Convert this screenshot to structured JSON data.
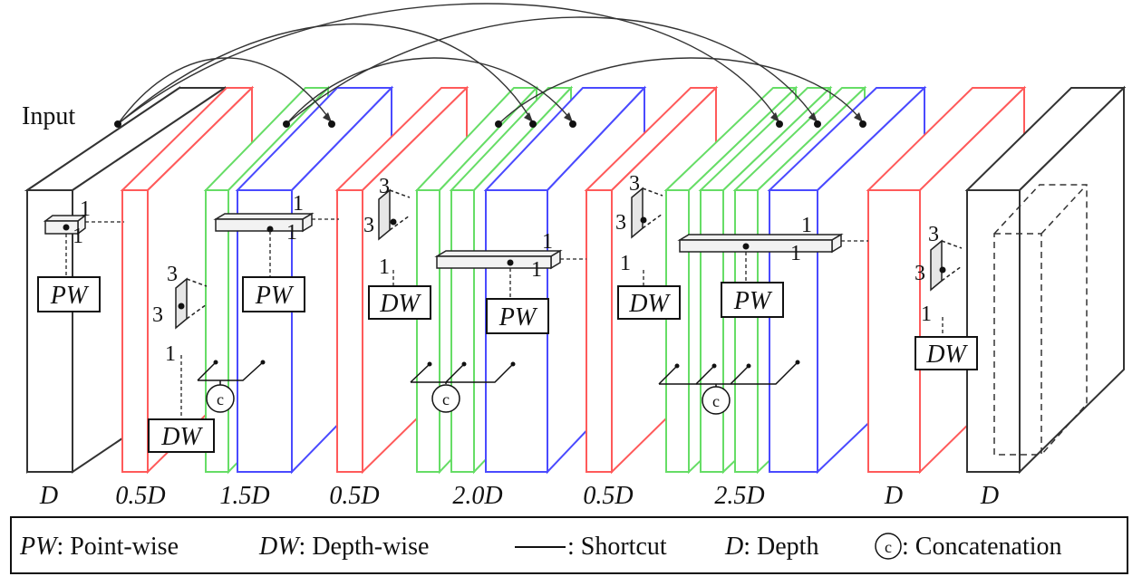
{
  "input_label": "Input",
  "depth_labels": [
    "D",
    "0.5D",
    "1.5D",
    "0.5D",
    "2.0D",
    "0.5D",
    "2.5D",
    "D",
    "D"
  ],
  "ops": {
    "pw": "PW",
    "dw": "DW",
    "concat_symbol": "c"
  },
  "kernel_dims": {
    "one": "1",
    "three": "3"
  },
  "legend": {
    "pw_abbr": "PW",
    "pw_text": ": Point-wise",
    "dw_abbr": "DW",
    "dw_text": ": Depth-wise",
    "shortcut_text": ": Shortcut",
    "d_abbr": "D",
    "d_text": ": Depth",
    "concat_symbol": "c",
    "concat_text": ": Concatenation"
  },
  "colors": {
    "block_gray": "#333333",
    "block_red": "#ff5a5a",
    "block_green": "#66dd66",
    "block_blue": "#4a4aff",
    "line": "#111111"
  }
}
